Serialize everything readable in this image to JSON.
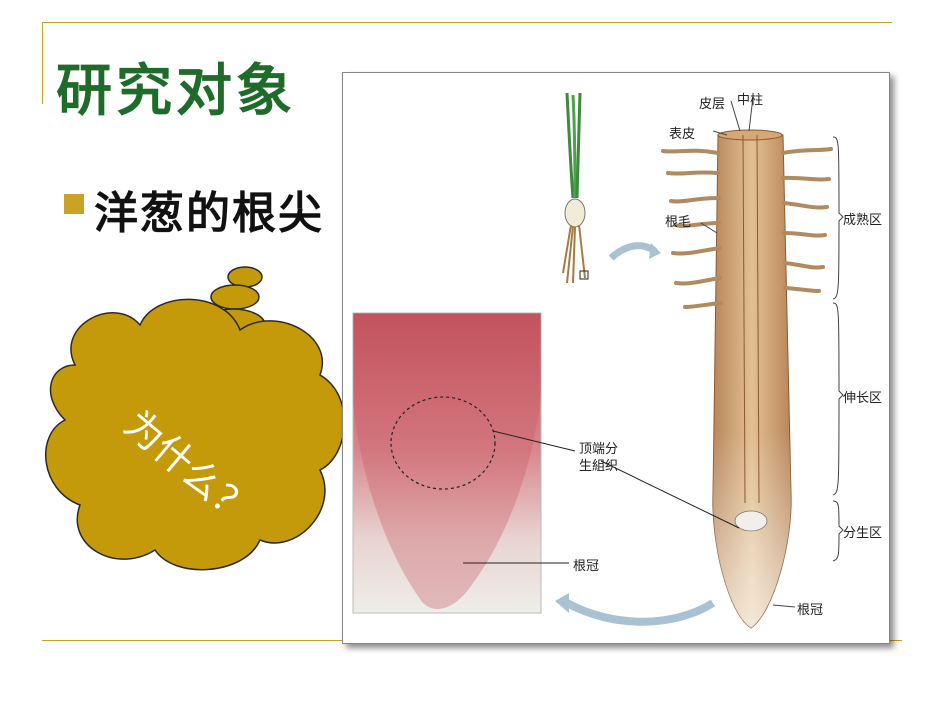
{
  "slide": {
    "title": "研究对象",
    "bullet": "洋葱的根尖"
  },
  "callout": {
    "text": "为什么？"
  },
  "diagram": {
    "labels": {
      "zhongzhu": "中柱",
      "pieceng": "皮层",
      "biaopi": "表皮",
      "genmao": "根毛",
      "chengshu": "成熟区",
      "shenchang": "伸长区",
      "fensheng": "分生区",
      "genguan_right": "根冠",
      "dingduan": "顶端分\n生組织",
      "genguan_left": "根冠"
    }
  },
  "colors": {
    "frame": "#c9a227",
    "title": "#1f6b2a",
    "cloud": "#c49a0a",
    "bullet": "#c9a227"
  }
}
